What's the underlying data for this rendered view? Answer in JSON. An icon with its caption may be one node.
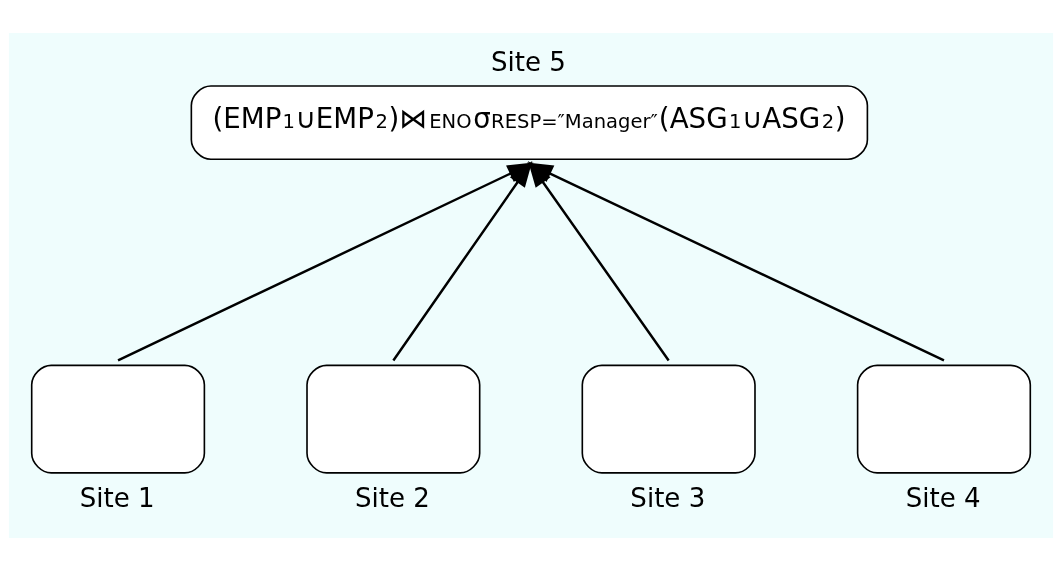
{
  "diagram": {
    "nodes": [
      {
        "text": [
          "Site 5",
          "(EMP$_{1}$∪EMP$_{2}$)⋈$_{ENO}$σ$_{RESP=″Manager″}$(ASG$_{1}$∪ASG$_{2}$)"
        ]
      },
      {
        "text": [],
        "shape": "box",
        "beside": [
          "Site 1"
        ]
      },
      {
        "text": [],
        "shape": "box",
        "beside": [
          "Site 2"
        ]
      },
      {
        "text": [],
        "shape": "box",
        "beside": [
          "Site 3"
        ]
      },
      {
        "text": [],
        "shape": "box",
        "beside": [
          "Site 4"
        ]
      }
    ],
    "edges": [
      {
        "from": 1,
        "to": 0,
        "arrow": "to"
      },
      {
        "from": 2,
        "to": 0,
        "arrow": "to"
      },
      {
        "from": 3,
        "to": 0,
        "arrow": "to"
      },
      {
        "from": 4,
        "to": 0,
        "arrow": "to"
      }
    ]
  }
}
